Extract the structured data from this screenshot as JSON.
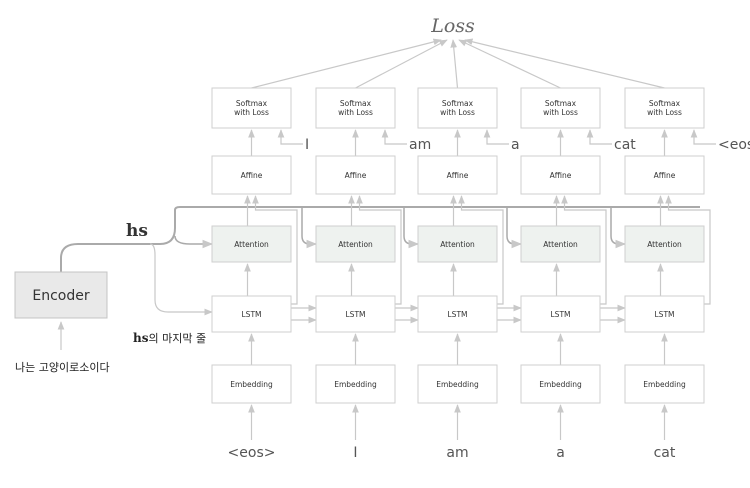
{
  "loss_label": "Loss",
  "softmax_label_line1": "Softmax",
  "softmax_label_line2": "with Loss",
  "affine_label": "Affine",
  "attention_label": "Attention",
  "lstm_label": "LSTM",
  "embedding_label": "Embedding",
  "encoder_label": "Encoder",
  "hs_label": "hs",
  "hs_last_suffix": "의 마지막 줄",
  "source_sentence": "나는 고양이로소이다",
  "decoder_inputs": [
    "<eos>",
    "I",
    "am",
    "a",
    "cat"
  ],
  "target_outputs": [
    "I",
    "am",
    "a",
    "cat",
    "<eos>"
  ],
  "colors": {
    "line": "#c8c8c8",
    "box_border": "#cfcfcf",
    "attention_fill": "#eef2ef",
    "encoder_fill": "#e9e9e9"
  }
}
